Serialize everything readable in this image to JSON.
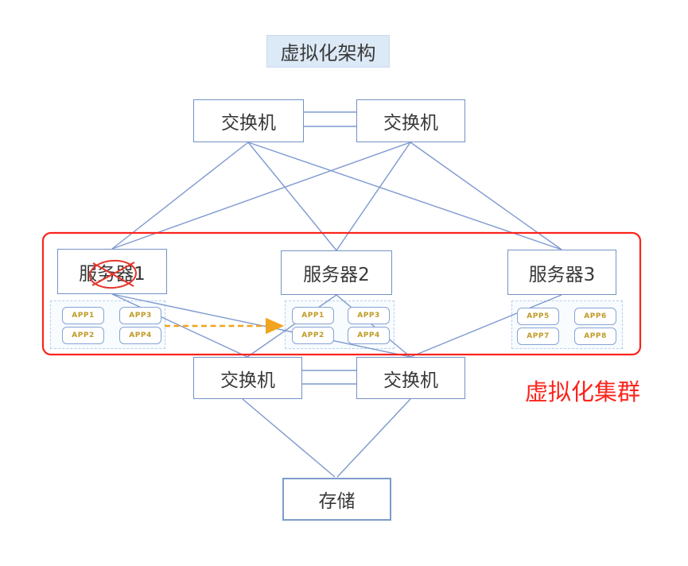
{
  "title": "虚拟化架构",
  "cluster": {
    "label": "虚拟化集群",
    "border_color": "#fb241c"
  },
  "nodes": {
    "top_switch_1": "交换机",
    "top_switch_2": "交换机",
    "server_1": "服务器1",
    "server_2": "服务器2",
    "server_3": "服务器3",
    "bottom_switch_1": "交换机",
    "bottom_switch_2": "交换机",
    "storage": "存储"
  },
  "apps": {
    "server1": [
      "APP1",
      "APP3",
      "APP2",
      "APP4"
    ],
    "server2": [
      "APP1",
      "APP3",
      "APP2",
      "APP4"
    ],
    "server3": [
      "APP5",
      "APP6",
      "APP7",
      "APP8"
    ]
  },
  "annotations": {
    "server_1_failed_mark": "crossed-out-ellipse",
    "migration_arrow": "dashed arrow from server 1 apps to server 2 apps"
  },
  "connections": [
    {
      "from": "top-switch-1",
      "to": "top-switch-2",
      "style": "double-link"
    },
    {
      "from": "top-switch-1",
      "to": "server-1"
    },
    {
      "from": "top-switch-1",
      "to": "server-2"
    },
    {
      "from": "top-switch-1",
      "to": "server-3"
    },
    {
      "from": "top-switch-2",
      "to": "server-1"
    },
    {
      "from": "top-switch-2",
      "to": "server-2"
    },
    {
      "from": "top-switch-2",
      "to": "server-3"
    },
    {
      "from": "server-1",
      "to": "bottom-switch-1"
    },
    {
      "from": "server-1",
      "to": "bottom-switch-2"
    },
    {
      "from": "server-2",
      "to": "bottom-switch-1"
    },
    {
      "from": "server-2",
      "to": "bottom-switch-2"
    },
    {
      "from": "server-3",
      "to": "bottom-switch-2"
    },
    {
      "from": "bottom-switch-1",
      "to": "bottom-switch-2",
      "style": "double-link"
    },
    {
      "from": "bottom-switch-1",
      "to": "storage"
    },
    {
      "from": "bottom-switch-2",
      "to": "storage"
    }
  ],
  "colors": {
    "connector_blue": "#7e99cf",
    "box_border_blue": "#7492c4",
    "title_bg": "#dce9f6",
    "red": "#fb241c",
    "arrow_gold": "#f0a41f",
    "app_text_gold": "#c09a28"
  }
}
